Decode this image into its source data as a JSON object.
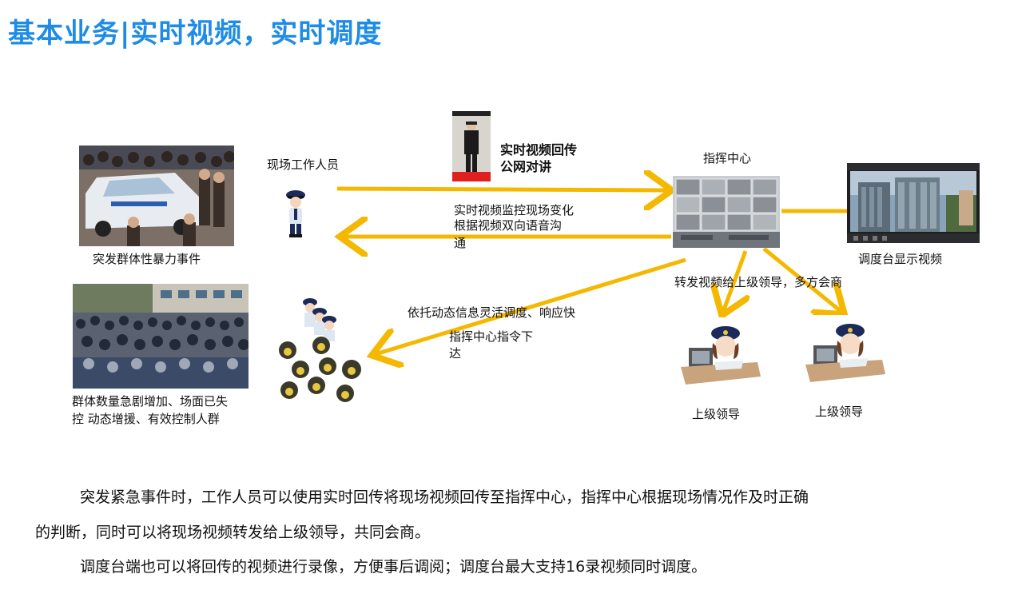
{
  "title": "基本业务|实时视频，实时调度",
  "labels": {
    "incident": "突发群体性暴力事件",
    "field_staff": "现场工作人员",
    "realtime_return_1": "实时视频回传",
    "realtime_return_2": "公网对讲",
    "command_center": "指挥中心",
    "monitor_1": "实时视频监控现场变化",
    "monitor_2": "根据视频双向语音沟",
    "monitor_3": "通",
    "dispatch_display": "调度台显示视频",
    "forward": "转发视频给上级领导，多方会商",
    "dynamic": "依托动态信息灵活调度、响应快",
    "command_1": "指挥中心指令下",
    "command_2": "达",
    "crowd_1": "群体数量急剧增加、场面已失",
    "crowd_2": "控  动态增援、有效控制人群",
    "leader_1": "上级领导",
    "leader_2": "上级领导"
  },
  "paragraphs": {
    "p1_line1": "突发紧急事件时，工作人员可以使用实时回传将现场视频回传至指挥中心，指挥中心根据现场情况作及时正确",
    "p1_line2": "的判断，同时可以将现场视频转发给上级领导，共同会商。",
    "p2": "调度台端也可以将回传的视频进行录像，方便事后调阅；调度台最大支持16录视频同时调度。"
  },
  "colors": {
    "title": "#1e8ce6",
    "arrow": "#f5b800"
  },
  "icons": {
    "police_officer": "police-officer-icon",
    "police_team": "police-team-icon",
    "leader": "leader-at-desk-icon"
  }
}
